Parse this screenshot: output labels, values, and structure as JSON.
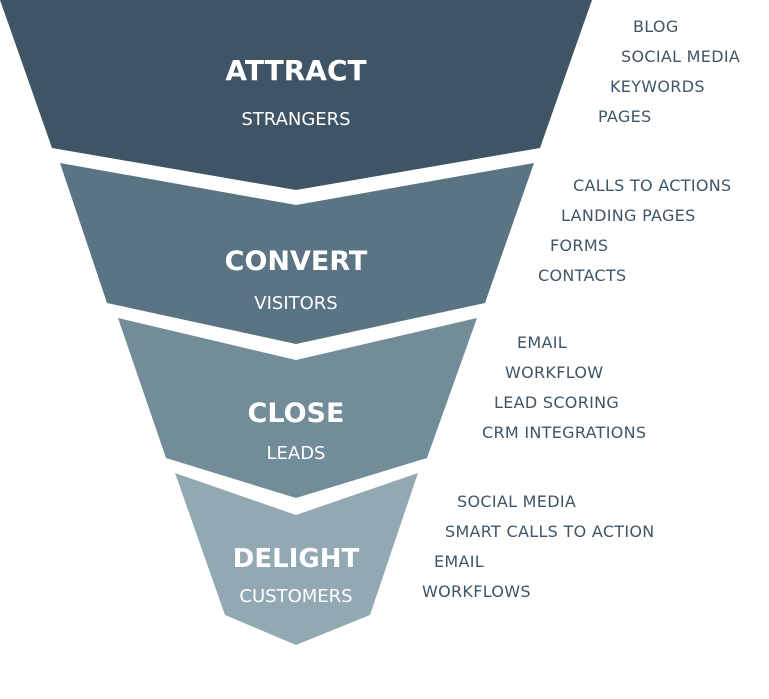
{
  "stages": [
    {
      "title": "ATTRACT",
      "subtitle": "STRANGERS",
      "color": "#3f5566",
      "tactics": [
        "BLOG",
        "SOCIAL MEDIA",
        "KEYWORDS",
        "PAGES"
      ]
    },
    {
      "title": "CONVERT",
      "subtitle": "VISITORS",
      "color": "#5a7484",
      "tactics": [
        "CALLS TO ACTIONS",
        "LANDING PAGES",
        "FORMS",
        "CONTACTS"
      ]
    },
    {
      "title": "CLOSE",
      "subtitle": "LEADS",
      "color": "#728c99",
      "tactics": [
        "EMAIL",
        "WORKFLOW",
        "LEAD SCORING",
        "CRM INTEGRATIONS"
      ]
    },
    {
      "title": "DELIGHT",
      "subtitle": "CUSTOMERS",
      "color": "#92a9b3",
      "tactics": [
        "SOCIAL MEDIA",
        "SMART CALLS TO ACTION",
        "EMAIL",
        "WORKFLOWS"
      ]
    }
  ],
  "text_color": "#3f5566"
}
